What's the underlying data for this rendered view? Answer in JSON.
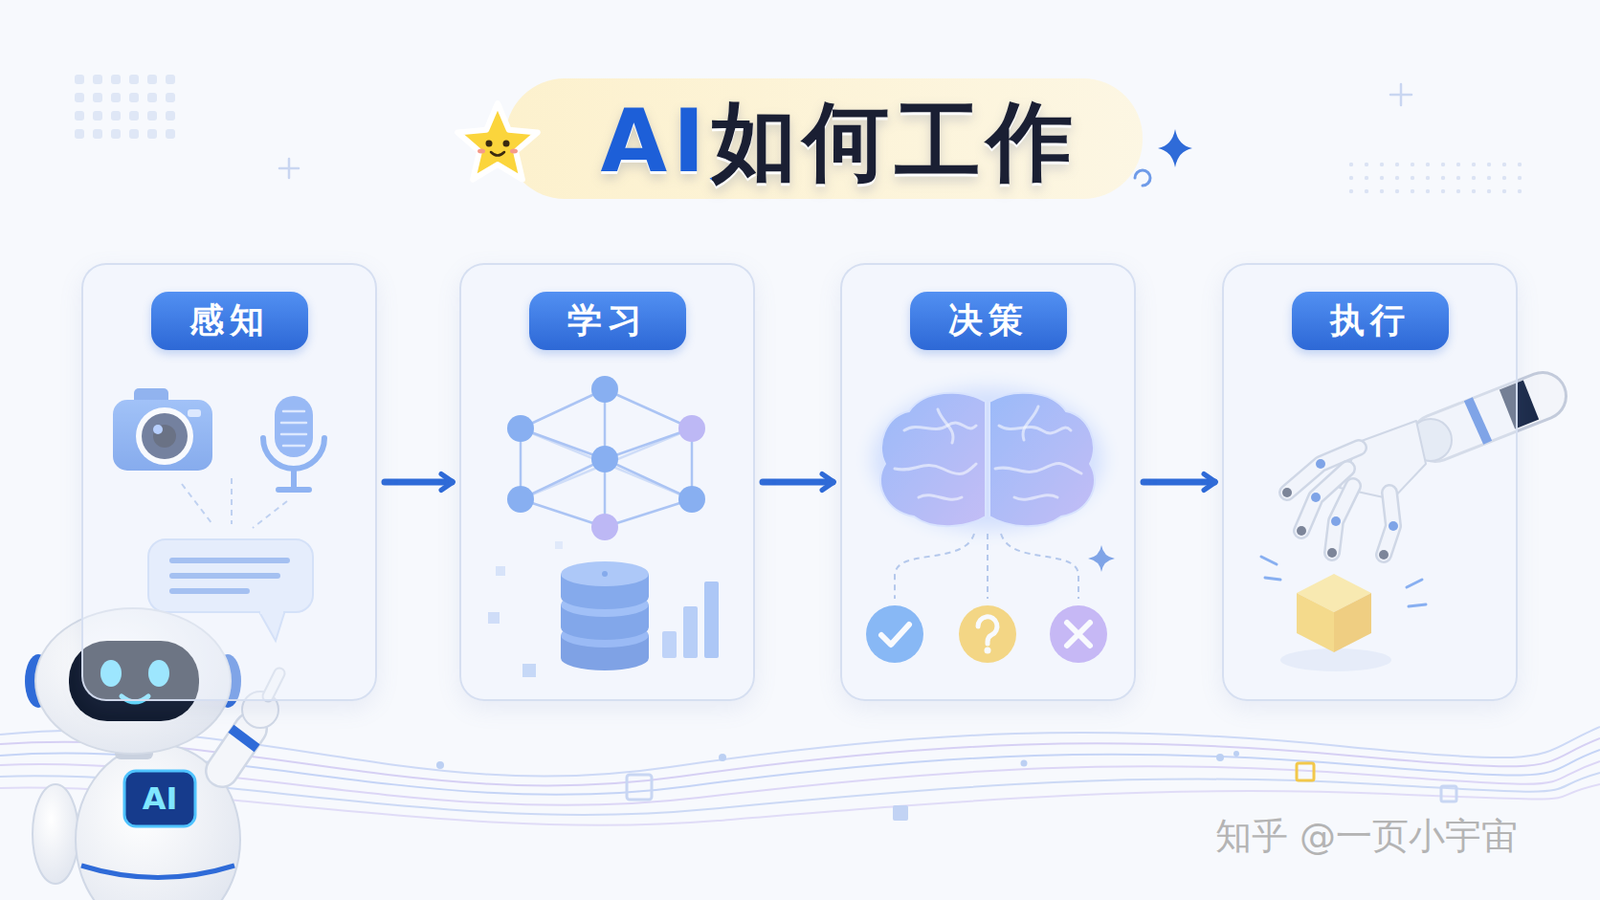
{
  "diagram": {
    "title": "AI如何工作",
    "nodes": [
      {
        "text": [
          "感知"
        ]
      },
      {
        "text": [
          "学习"
        ]
      },
      {
        "text": [
          "决策"
        ]
      },
      {
        "text": [
          "执行"
        ]
      }
    ],
    "edges": [
      {
        "from": 0,
        "to": 1,
        "arrow": "to"
      },
      {
        "from": 1,
        "to": 2,
        "arrow": "to"
      },
      {
        "from": 2,
        "to": 3,
        "arrow": "to"
      }
    ],
    "labels": [
      "AI",
      "知乎 @一页小宇宙"
    ]
  }
}
